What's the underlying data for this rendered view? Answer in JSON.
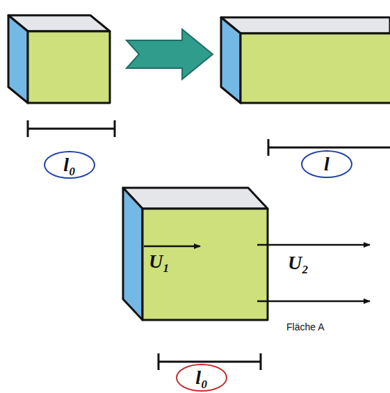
{
  "diagram": {
    "nodes": [
      {
        "text": [
          "l₀"
        ]
      },
      {
        "text": [
          "l"
        ]
      },
      {
        "text": [
          "l₀"
        ]
      }
    ],
    "labels": [
      "U₁",
      "U₂",
      "Fläche A"
    ]
  }
}
